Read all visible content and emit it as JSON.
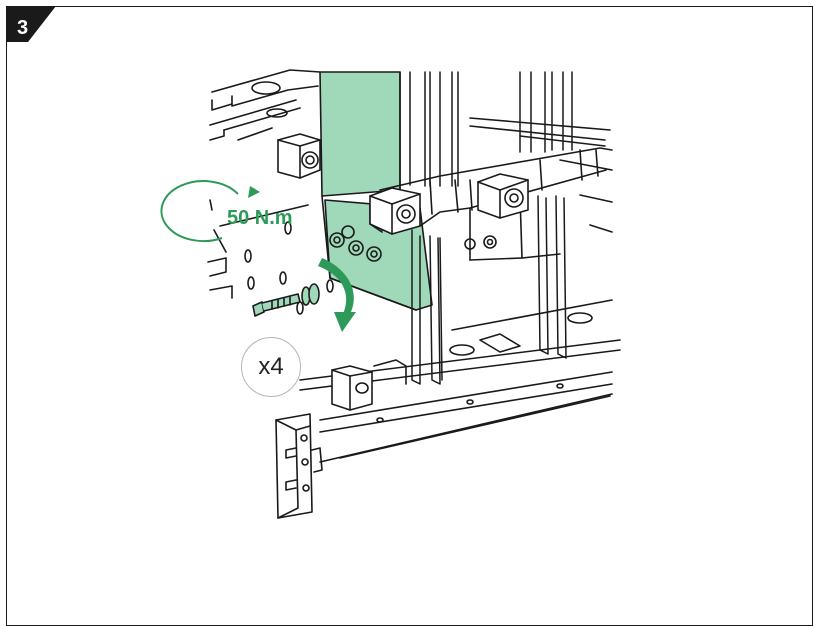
{
  "step": {
    "number": "3"
  },
  "torque": {
    "value": "50 N.m"
  },
  "quantity": {
    "label": "x4"
  },
  "colors": {
    "accent_green": "#2e9a5a",
    "panel_green": "#9fd9b9",
    "line": "#1a1a1a"
  },
  "icons": [
    "rotation-arrow-icon",
    "tighten-arrow-icon"
  ]
}
